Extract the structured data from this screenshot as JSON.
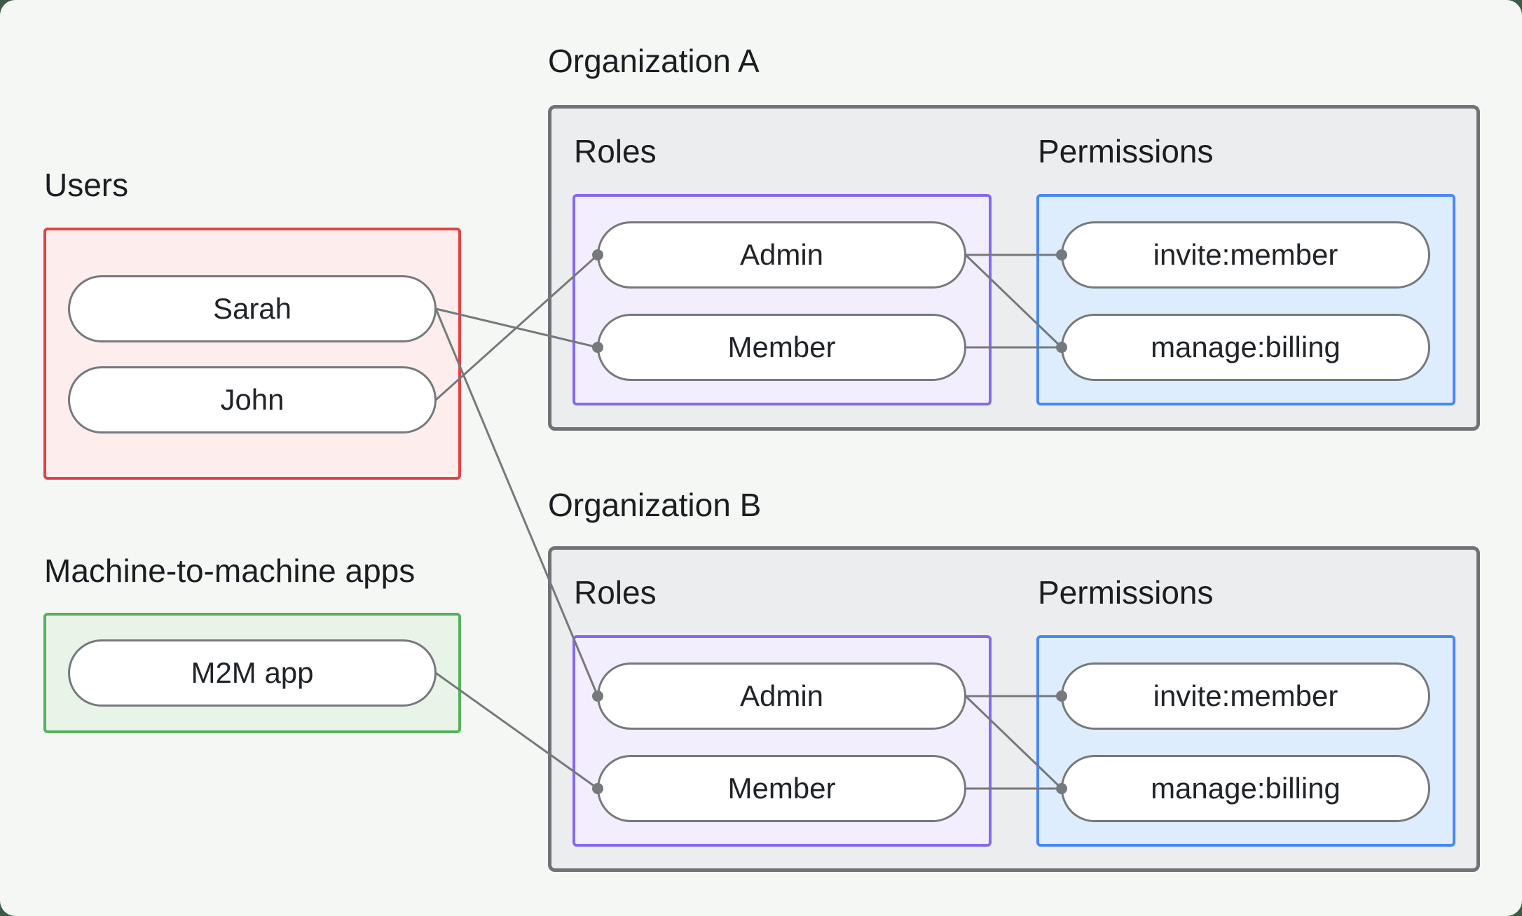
{
  "colors": {
    "canvas_bg": "#f4f7f4",
    "page_bg": "#3d5a46",
    "wire": "#75797c",
    "text": "#1b1e21",
    "org_border": "#6f7376",
    "org_fill": "#ebedee",
    "users_border": "#e14143",
    "users_fill": "#fdeeed",
    "m2m_border": "#55b15c",
    "m2m_fill": "#e8f4e8",
    "roles_border": "#8569f0",
    "roles_fill": "#f3eefe",
    "permissions_border": "#4489f6",
    "permissions_fill": "#ddedfd",
    "node_bg": "#ffffff",
    "node_border": "#75797c"
  },
  "users": {
    "label": "Users",
    "items": [
      {
        "id": "sarah",
        "label": "Sarah"
      },
      {
        "id": "john",
        "label": "John"
      }
    ]
  },
  "m2m": {
    "label": "Machine-to-machine apps",
    "items": [
      {
        "id": "m2m_app",
        "label": "M2M app"
      }
    ]
  },
  "org_a": {
    "title": "Organization A",
    "roles_label": "Roles",
    "permissions_label": "Permissions",
    "roles": [
      {
        "id": "org_a_admin",
        "label": "Admin"
      },
      {
        "id": "org_a_member",
        "label": "Member"
      }
    ],
    "permissions": [
      {
        "id": "org_a_invite",
        "label": "invite:member"
      },
      {
        "id": "org_a_manage",
        "label": "manage:billing"
      }
    ]
  },
  "org_b": {
    "title": "Organization B",
    "roles_label": "Roles",
    "permissions_label": "Permissions",
    "roles": [
      {
        "id": "org_b_admin",
        "label": "Admin"
      },
      {
        "id": "org_b_member",
        "label": "Member"
      }
    ],
    "permissions": [
      {
        "id": "org_b_invite",
        "label": "invite:member"
      },
      {
        "id": "org_b_manage",
        "label": "manage:billing"
      }
    ]
  },
  "edges": [
    {
      "from": "sarah",
      "to": "org_a_member"
    },
    {
      "from": "john",
      "to": "org_a_admin"
    },
    {
      "from": "sarah",
      "to": "org_b_admin"
    },
    {
      "from": "m2m_app",
      "to": "org_b_member"
    },
    {
      "from": "org_a_admin",
      "to": "org_a_invite"
    },
    {
      "from": "org_a_admin",
      "to": "org_a_manage"
    },
    {
      "from": "org_a_member",
      "to": "org_a_manage"
    },
    {
      "from": "org_b_admin",
      "to": "org_b_invite"
    },
    {
      "from": "org_b_admin",
      "to": "org_b_manage"
    },
    {
      "from": "org_b_member",
      "to": "org_b_manage"
    }
  ]
}
